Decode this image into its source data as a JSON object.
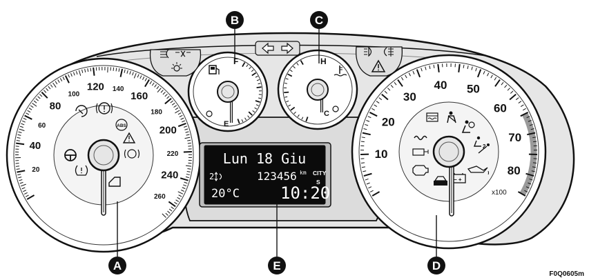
{
  "callouts": {
    "a": "A",
    "b": "B",
    "c": "C",
    "d": "D",
    "e": "E"
  },
  "figure_code": "F0Q0605m",
  "speedometer": {
    "major": [
      20,
      40,
      60,
      80,
      100,
      120,
      140,
      160,
      180,
      200,
      220,
      240,
      260
    ],
    "min": 0,
    "max": 270,
    "start_deg": 210,
    "end_deg": -45
  },
  "tachometer": {
    "labels": [
      10,
      20,
      30,
      40,
      50,
      60,
      70,
      80
    ],
    "multiplier": "x100",
    "min": 0,
    "max": 85,
    "start_deg": 210,
    "end_deg": -30,
    "redline_from": 65
  },
  "fuel_gauge": {
    "full": "F",
    "empty": "E"
  },
  "temp_gauge": {
    "hot": "H",
    "cold": "C"
  },
  "display": {
    "date_line": "Lun 18 Giu",
    "gear": "2",
    "odometer": "123456",
    "odometer_unit": "km",
    "mode": "CITY",
    "mode_sub": "S",
    "temperature": "20°C",
    "time": "10:20"
  },
  "colors": {
    "outline": "#111111",
    "panel": "#e6e6e6",
    "panel_dark": "#cfcfcf",
    "lcd": "#0b0b0b",
    "redzone": "#9a9a9a"
  }
}
